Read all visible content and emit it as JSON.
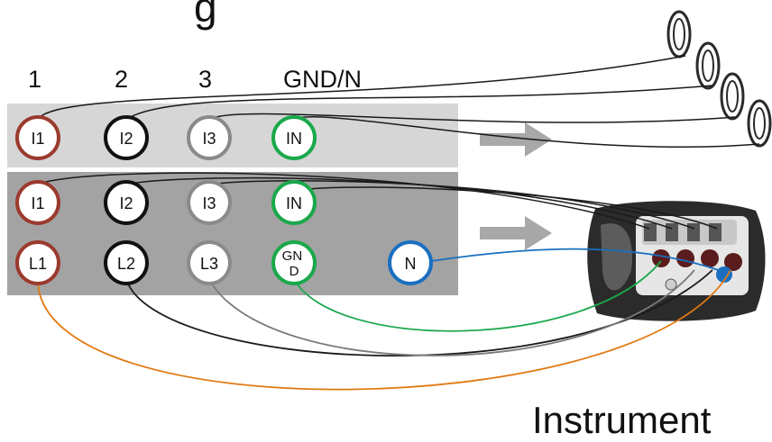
{
  "header": {
    "title_fragment": "g",
    "phase_labels": [
      "1",
      "2",
      "3",
      "GND/N"
    ]
  },
  "clamp_panel": {
    "terminals": [
      "I1",
      "I2",
      "I3",
      "IN"
    ]
  },
  "direct_panel": {
    "current_terminals": [
      "I1",
      "I2",
      "I3",
      "IN"
    ],
    "voltage_terminals": [
      "L1",
      "L2",
      "L3",
      "GN D",
      "N"
    ]
  },
  "instrument": {
    "caption": "Instrument"
  },
  "colors": {
    "phase1": "#9b3a2e",
    "phase2": "#111111",
    "phase3": "#8a8a8a",
    "ground": "#1aa84a",
    "neutral": "#1a6fc0",
    "orange_wire": "#e07a12",
    "clamp_panel_bg": "#d6d6d6",
    "direct_panel_bg": "#a3a3a3",
    "arrow": "#a8a8a8"
  },
  "icons": [
    "current-clamp-icon",
    "flow-arrow-icon",
    "power-analyzer-icon"
  ]
}
